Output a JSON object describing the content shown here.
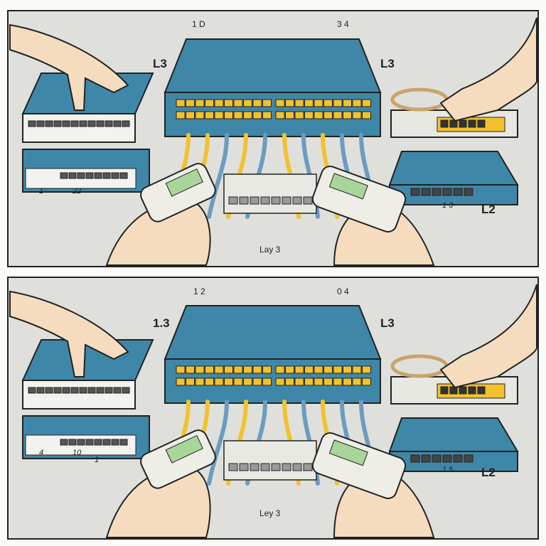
{
  "panels": [
    {
      "top_left_nums": "1 D",
      "top_right_nums": "3 4",
      "left_label": "L3",
      "right_label": "L3",
      "bottom_left_a": "1",
      "bottom_left_b": "22",
      "bottom_right_nums": "1 3",
      "bottom_right_label": "L2",
      "caption": "Lay 3"
    },
    {
      "top_left_nums": "1 2",
      "top_right_nums": "0 4",
      "left_label": "1.3",
      "right_label": "L3",
      "bottom_left_a": "4",
      "bottom_left_b": "10",
      "bottom_left_c": "1",
      "bottom_right_nums": "1 5",
      "bottom_right_label": "L2",
      "caption": "Ley 3"
    }
  ],
  "colors": {
    "background": "#dfe0dc",
    "switch_blue": "#3f87a8",
    "cable_yellow": "#f2c22e",
    "cable_blue": "#6c9cc0",
    "skin": "#f6dcbf",
    "tester": "#efeee6",
    "screen": "#a9d59b"
  }
}
